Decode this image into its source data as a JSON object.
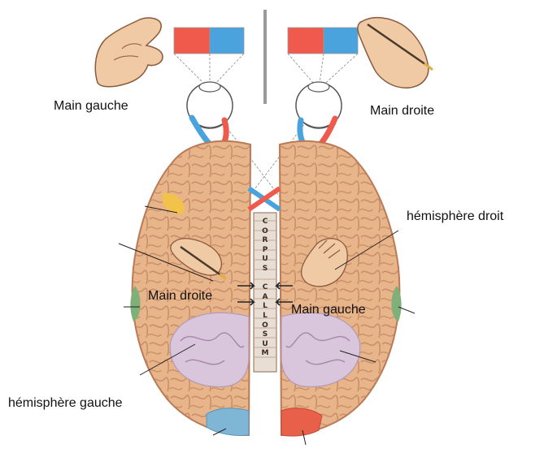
{
  "labels": {
    "main_gauche_top": "Main gauche",
    "main_droite_top": "Main droite",
    "hemisphere_droit": "hémisphère droit",
    "main_droite_brain": "Main droite",
    "main_gauche_brain": "Main gauche",
    "hemisphere_gauche": "hémisphère gauche",
    "corpus_callosum": "CORPUS CALLOSUM"
  },
  "colors": {
    "cortex": "#e8b48a",
    "cortex_edge": "#b97a55",
    "gyri": "#c98f68",
    "red_field": "#ef5a4c",
    "blue_field": "#4aa3dc",
    "temporal_lobe": "#d9c6dc",
    "occipital_left": "#7fb6d6",
    "occipital_right": "#e8604a",
    "side_patch": "#7fb07a",
    "yellow_patch": "#f2c24a",
    "corpus": "#e9ded3"
  }
}
